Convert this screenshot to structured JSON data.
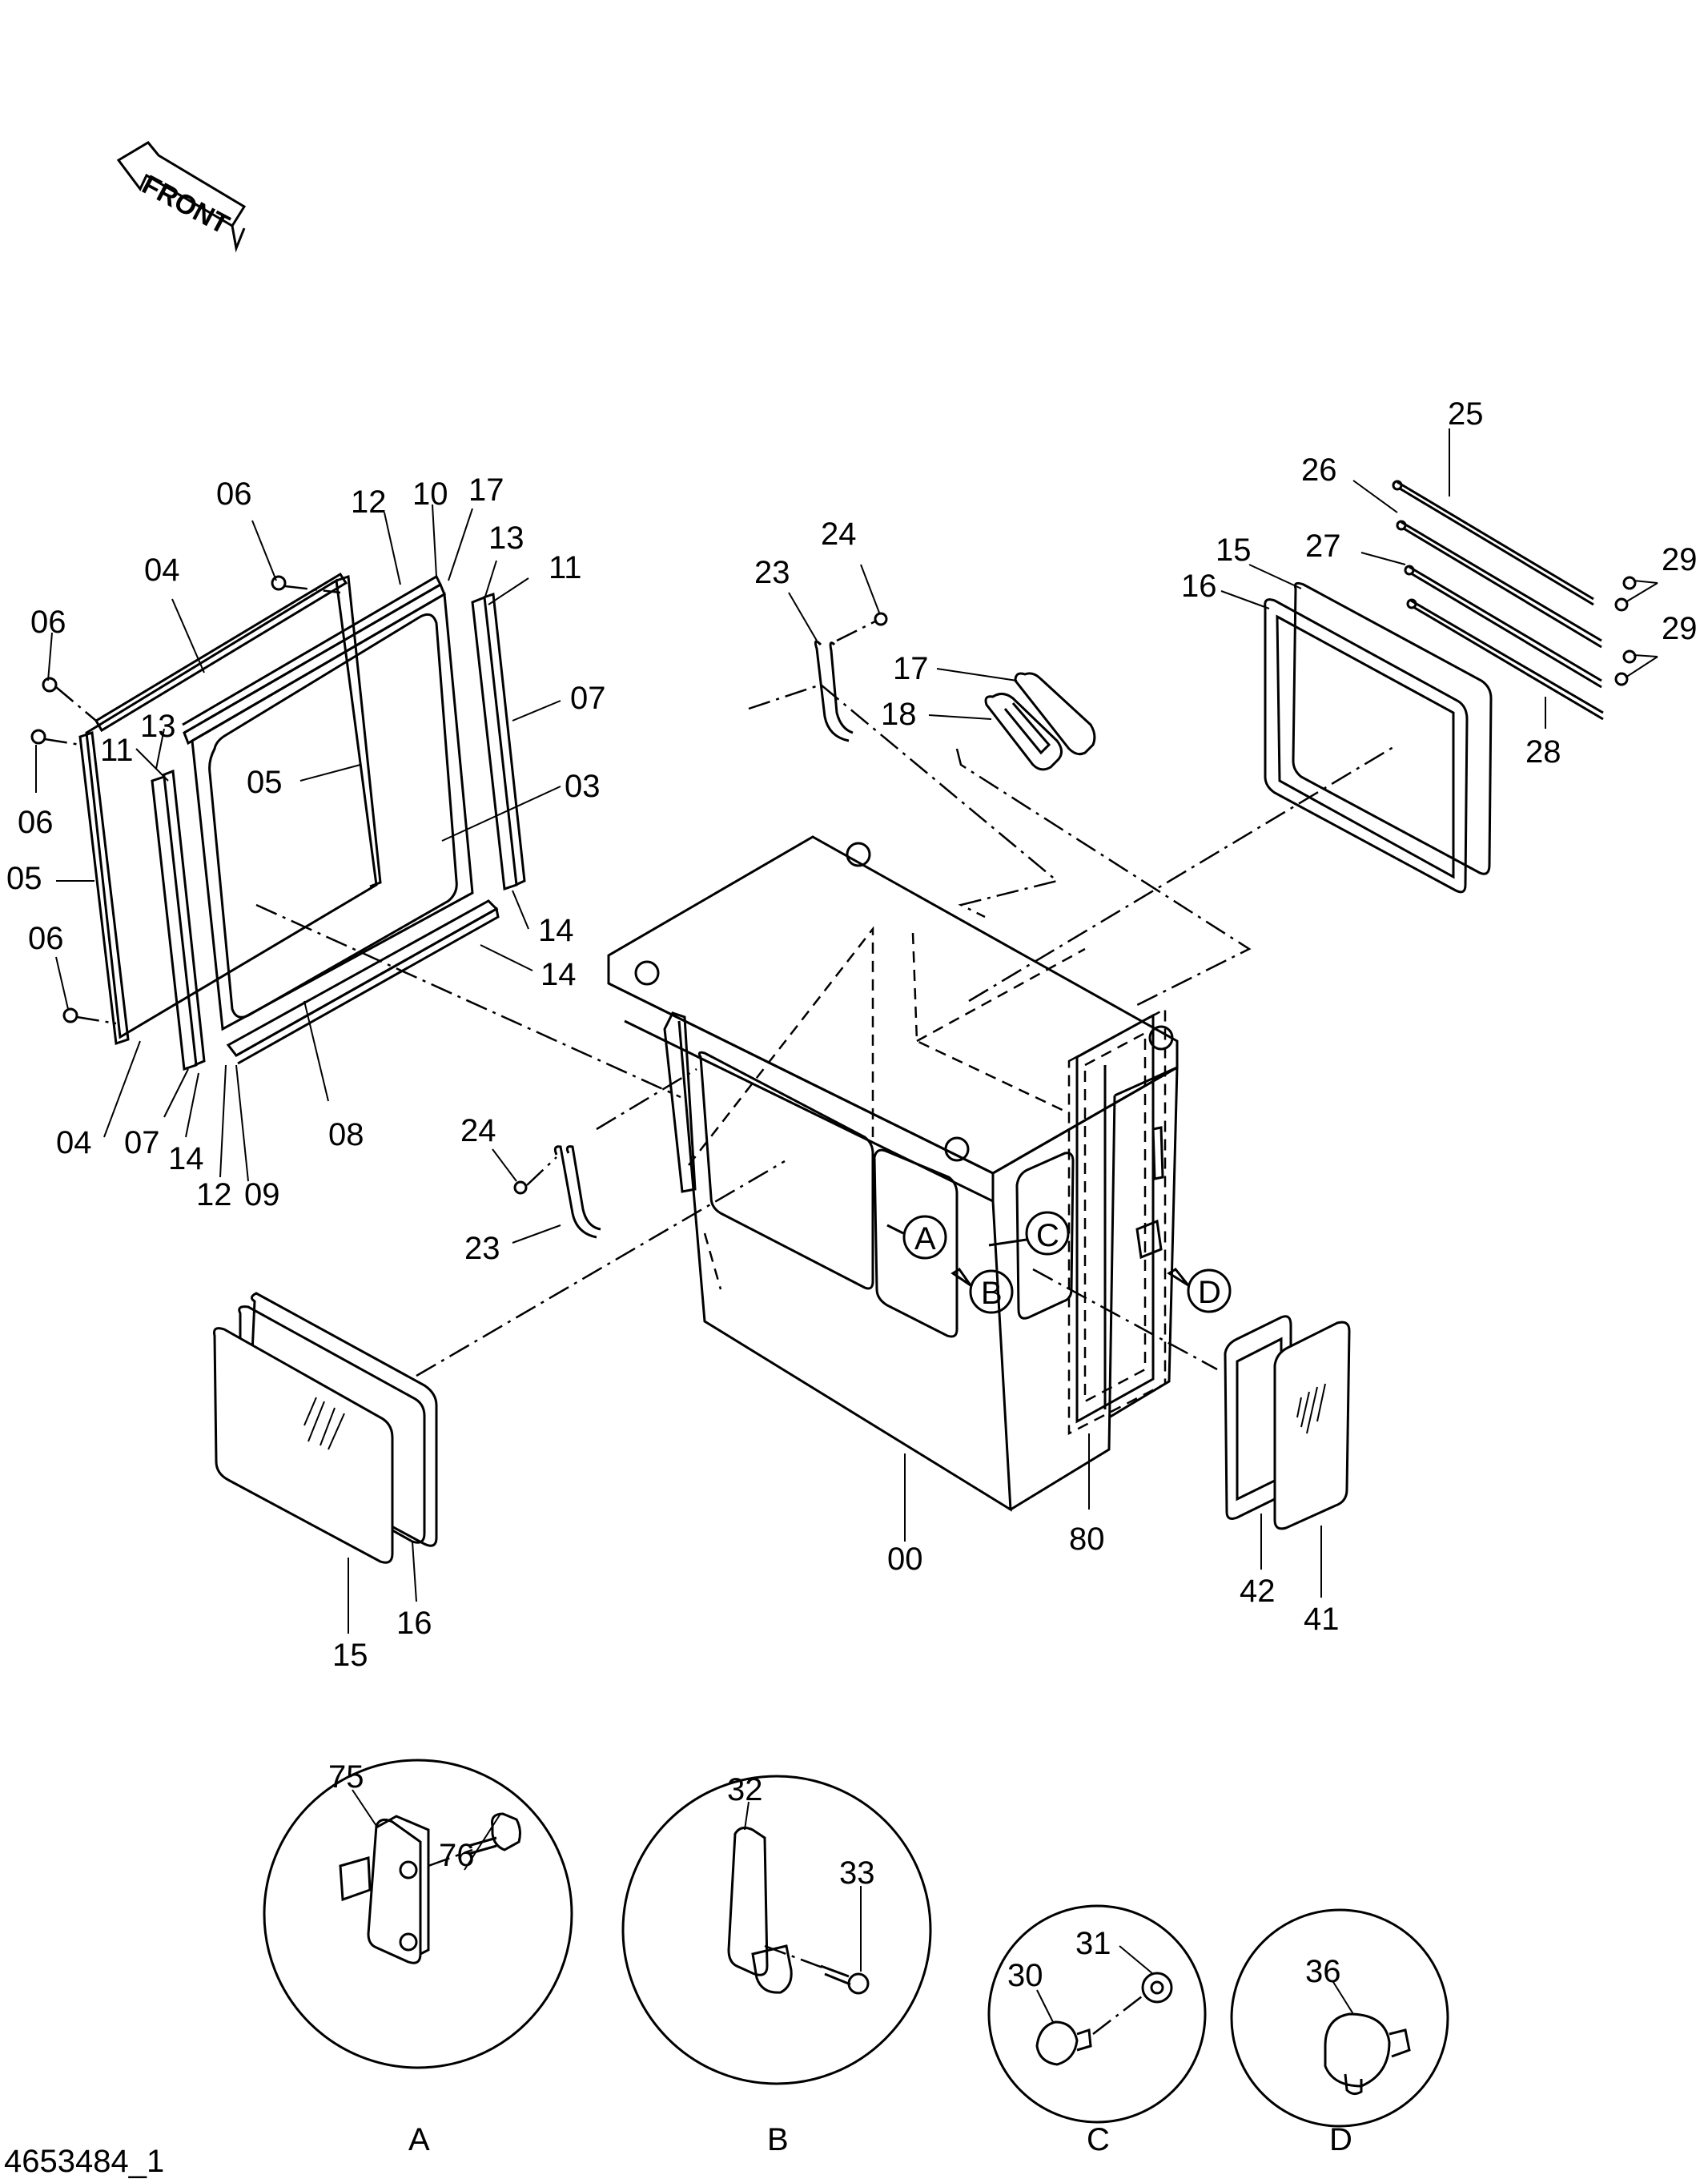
{
  "front_arrow_label": "FRONT",
  "drawing_number": "4653484_1",
  "part_labels": {
    "p00": "00",
    "p03": "03",
    "p04a": "04",
    "p04b": "04",
    "p05a": "05",
    "p05b": "05",
    "p06a": "06",
    "p06b": "06",
    "p06c": "06",
    "p06d": "06",
    "p07a": "07",
    "p07b": "07",
    "p08": "08",
    "p09": "09",
    "p10": "10",
    "p11a": "11",
    "p11b": "11",
    "p12a": "12",
    "p12b": "12",
    "p13a": "13",
    "p13b": "13",
    "p14a": "14",
    "p14b": "14",
    "p14c": "14",
    "p15a": "15",
    "p15b": "15",
    "p16a": "16",
    "p16b": "16",
    "p17a": "17",
    "p17b": "17",
    "p18": "18",
    "p23a": "23",
    "p23b": "23",
    "p24a": "24",
    "p24b": "24",
    "p25": "25",
    "p26": "26",
    "p27": "27",
    "p28": "28",
    "p29a": "29",
    "p29b": "29",
    "p30": "30",
    "p31": "31",
    "p32": "32",
    "p33": "33",
    "p36": "36",
    "p41": "41",
    "p42": "42",
    "p75": "75",
    "p76": "76",
    "p80": "80"
  },
  "callouts": {
    "A": "A",
    "B": "B",
    "C": "C",
    "D": "D"
  },
  "detail_labels": {
    "A": "A",
    "B": "B",
    "C": "C",
    "D": "D"
  }
}
